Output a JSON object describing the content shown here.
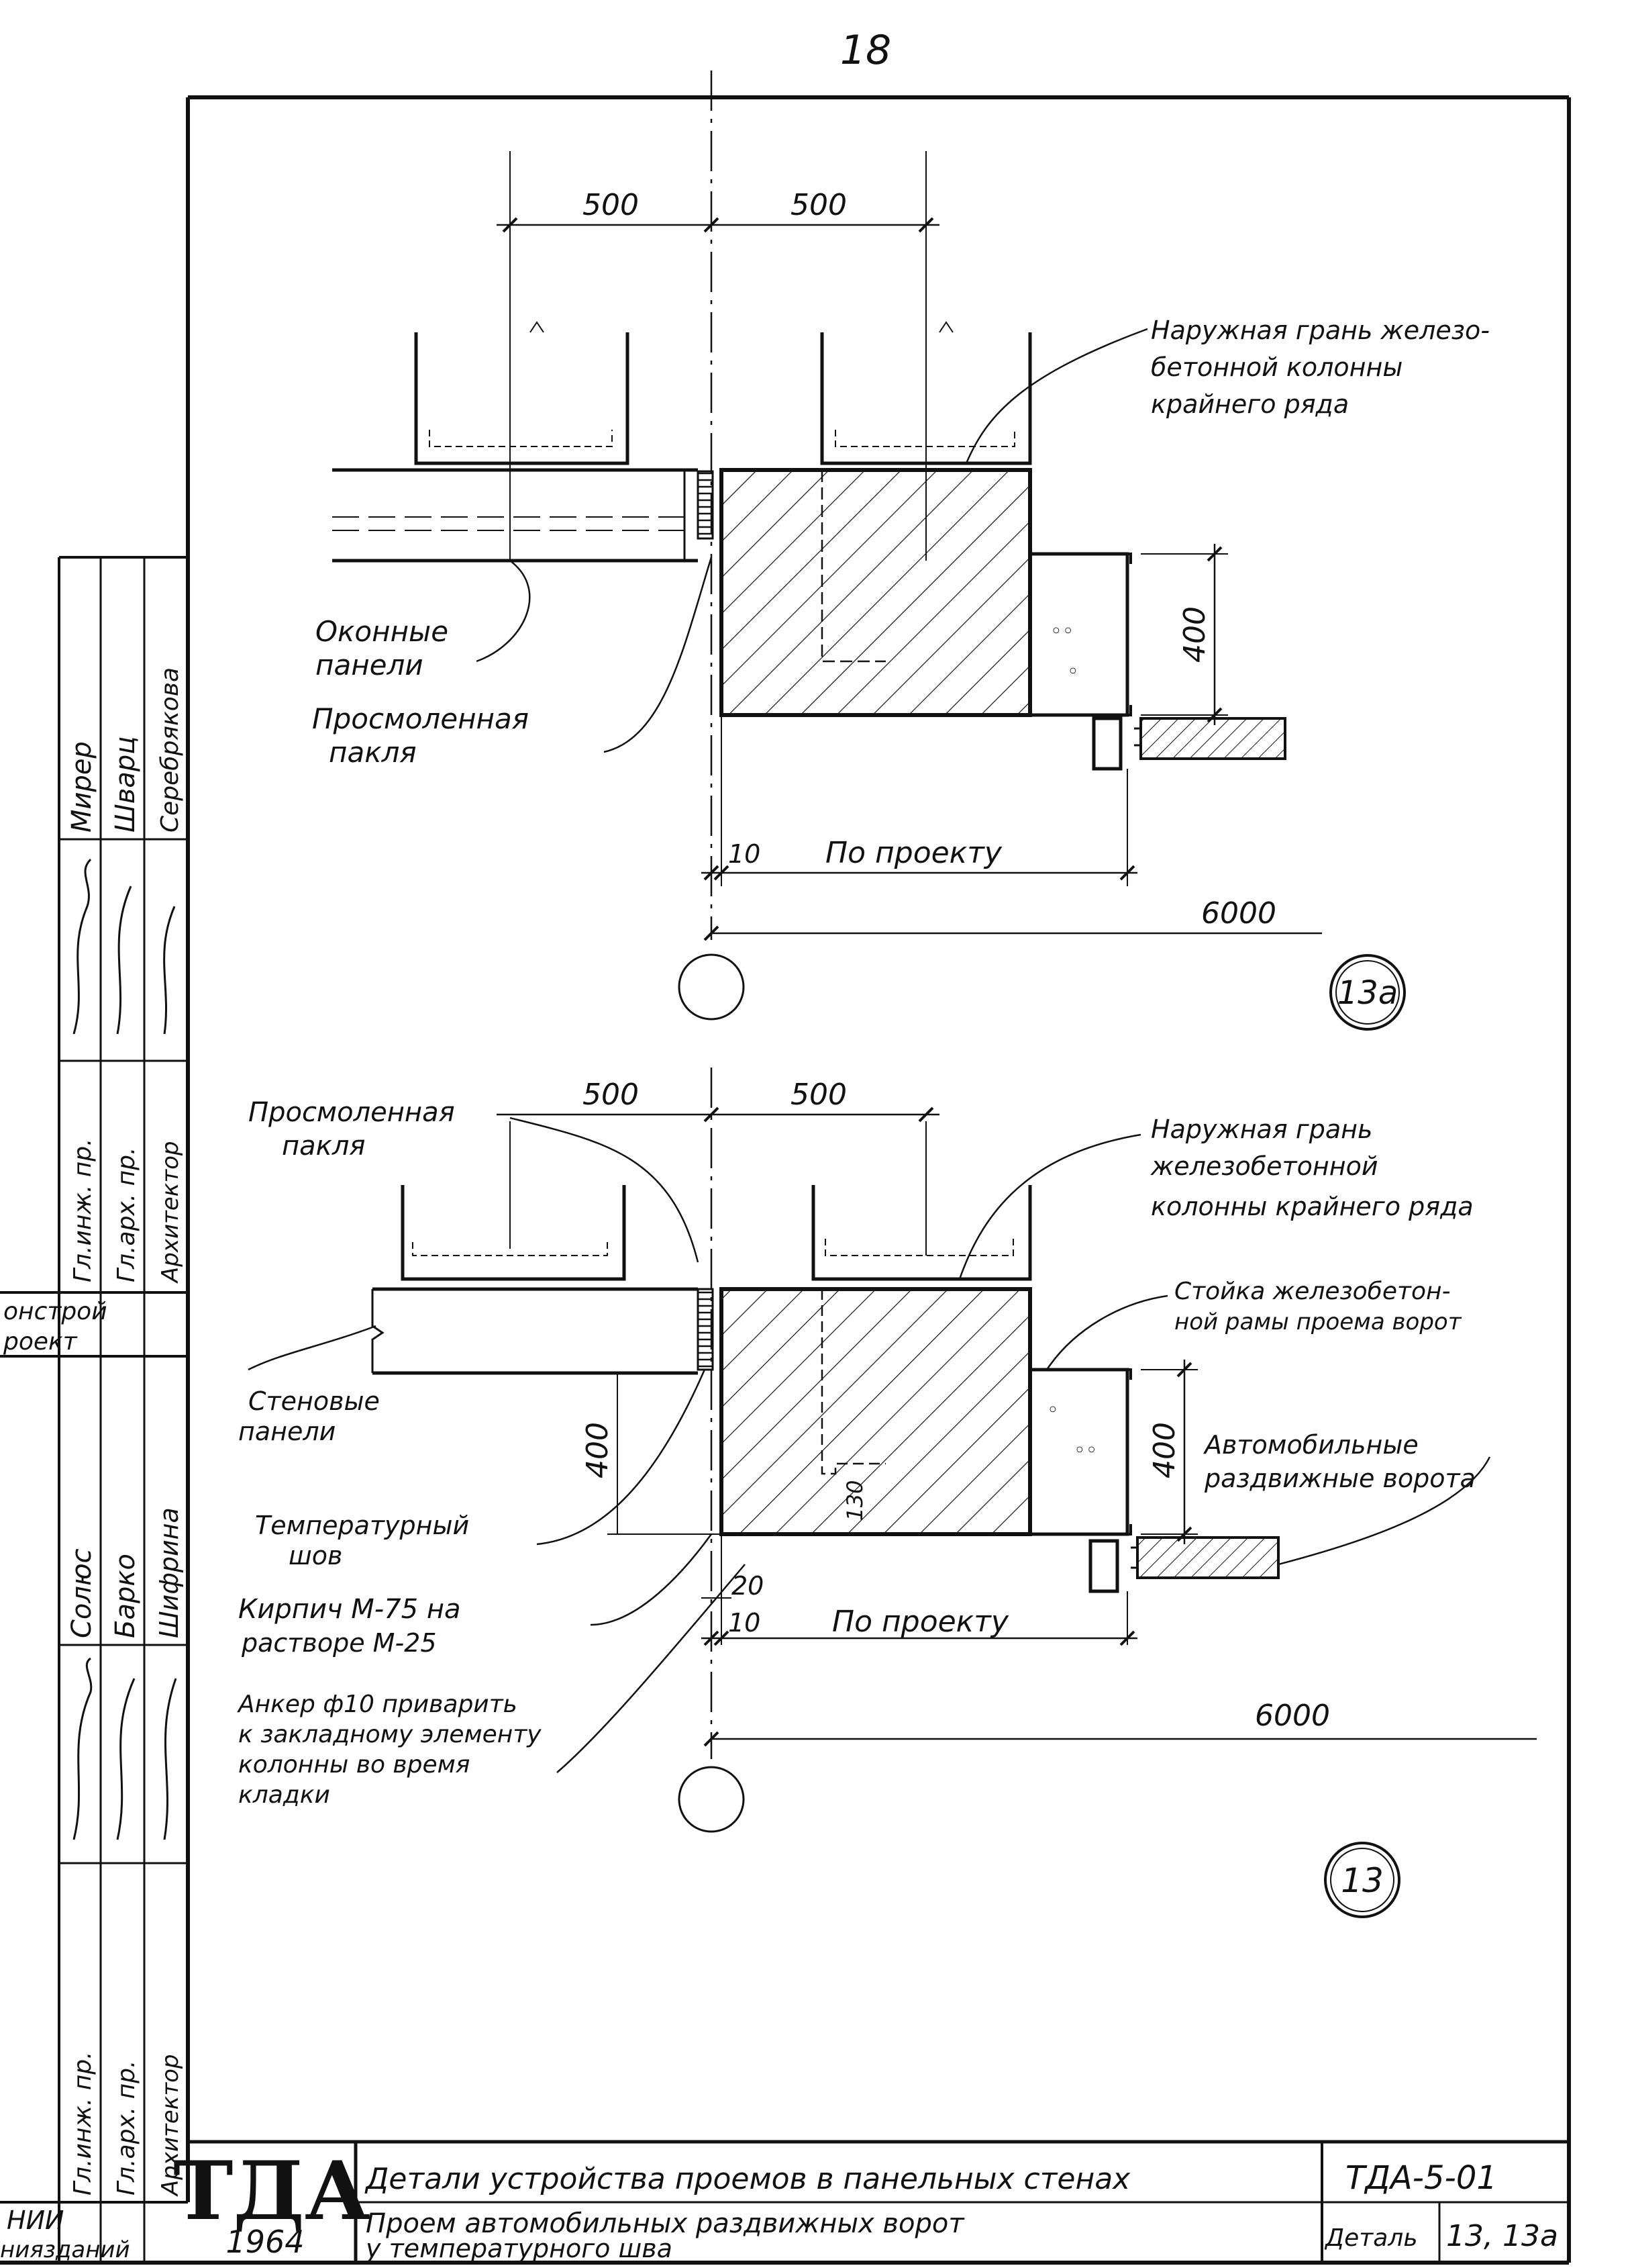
{
  "page_number": "18",
  "colors": {
    "ink": "#111111",
    "paper": "#ffffff"
  },
  "detail_13a": {
    "dim_left": "500",
    "dim_right": "500",
    "dim_height": "400",
    "dim_gap": "10",
    "dim_project": "По проекту",
    "dim_span": "6000",
    "label_facade": [
      "Наружная грань железо-",
      "бетонной колонны",
      "крайнего ряда"
    ],
    "label_window_panels": [
      "Оконные",
      "панели"
    ],
    "label_tow": [
      "Просмоленная",
      "пакля"
    ],
    "marker": "13a"
  },
  "detail_13": {
    "dim_left": "500",
    "dim_right": "500",
    "dim_height_left": "400",
    "dim_height_right": "400",
    "dim_130": "130",
    "dim_20": "20",
    "dim_gap": "10",
    "dim_project": "По проекту",
    "dim_span": "6000",
    "label_tow": [
      "Просмоленная",
      "пакля"
    ],
    "label_facade": [
      "Наружная грань",
      "железобетонной",
      "колонны крайнего ряда"
    ],
    "label_post": [
      "Стойка железобетон-",
      "ной рамы проема ворот"
    ],
    "label_wall_panels": [
      "Стеновые",
      "панели"
    ],
    "label_gates": [
      "Автомобильные",
      "раздвижные ворота"
    ],
    "label_joint": [
      "Температурный",
      "шов"
    ],
    "label_brick": [
      "Кирпич М-75 на",
      "растворе М-25"
    ],
    "label_anchor": [
      "Анкер ф10 приварить",
      "к закладному элементу",
      "колонны во время",
      "кладки"
    ],
    "marker": "13"
  },
  "side_block": {
    "upper_roles": [
      "Гл.инж. пр.",
      "Гл.арх. пр.",
      "Архитектор"
    ],
    "upper_names": [
      "Мирер",
      "Шварц",
      "Серебрякова"
    ],
    "upper_org": [
      "онстрой",
      "роект"
    ],
    "lower_roles": [
      "Гл.инж. пр.",
      "Гл.арх. пр.",
      "Архитектор"
    ],
    "lower_names": [
      "Солюс",
      "Барко",
      "Шифрина"
    ],
    "lower_org": [
      "НИИ",
      "ниязданий"
    ]
  },
  "title_block": {
    "logo": "ТДА",
    "year": "1964",
    "title_1": "Детали устройства проемов в панельных стенах",
    "title_2a": "Проем автомобильных раздвижных ворот",
    "title_2b": "у температурного шва",
    "code": "ТДА-5-01",
    "detail_label": "Деталь",
    "detail_number": "13, 13а"
  }
}
